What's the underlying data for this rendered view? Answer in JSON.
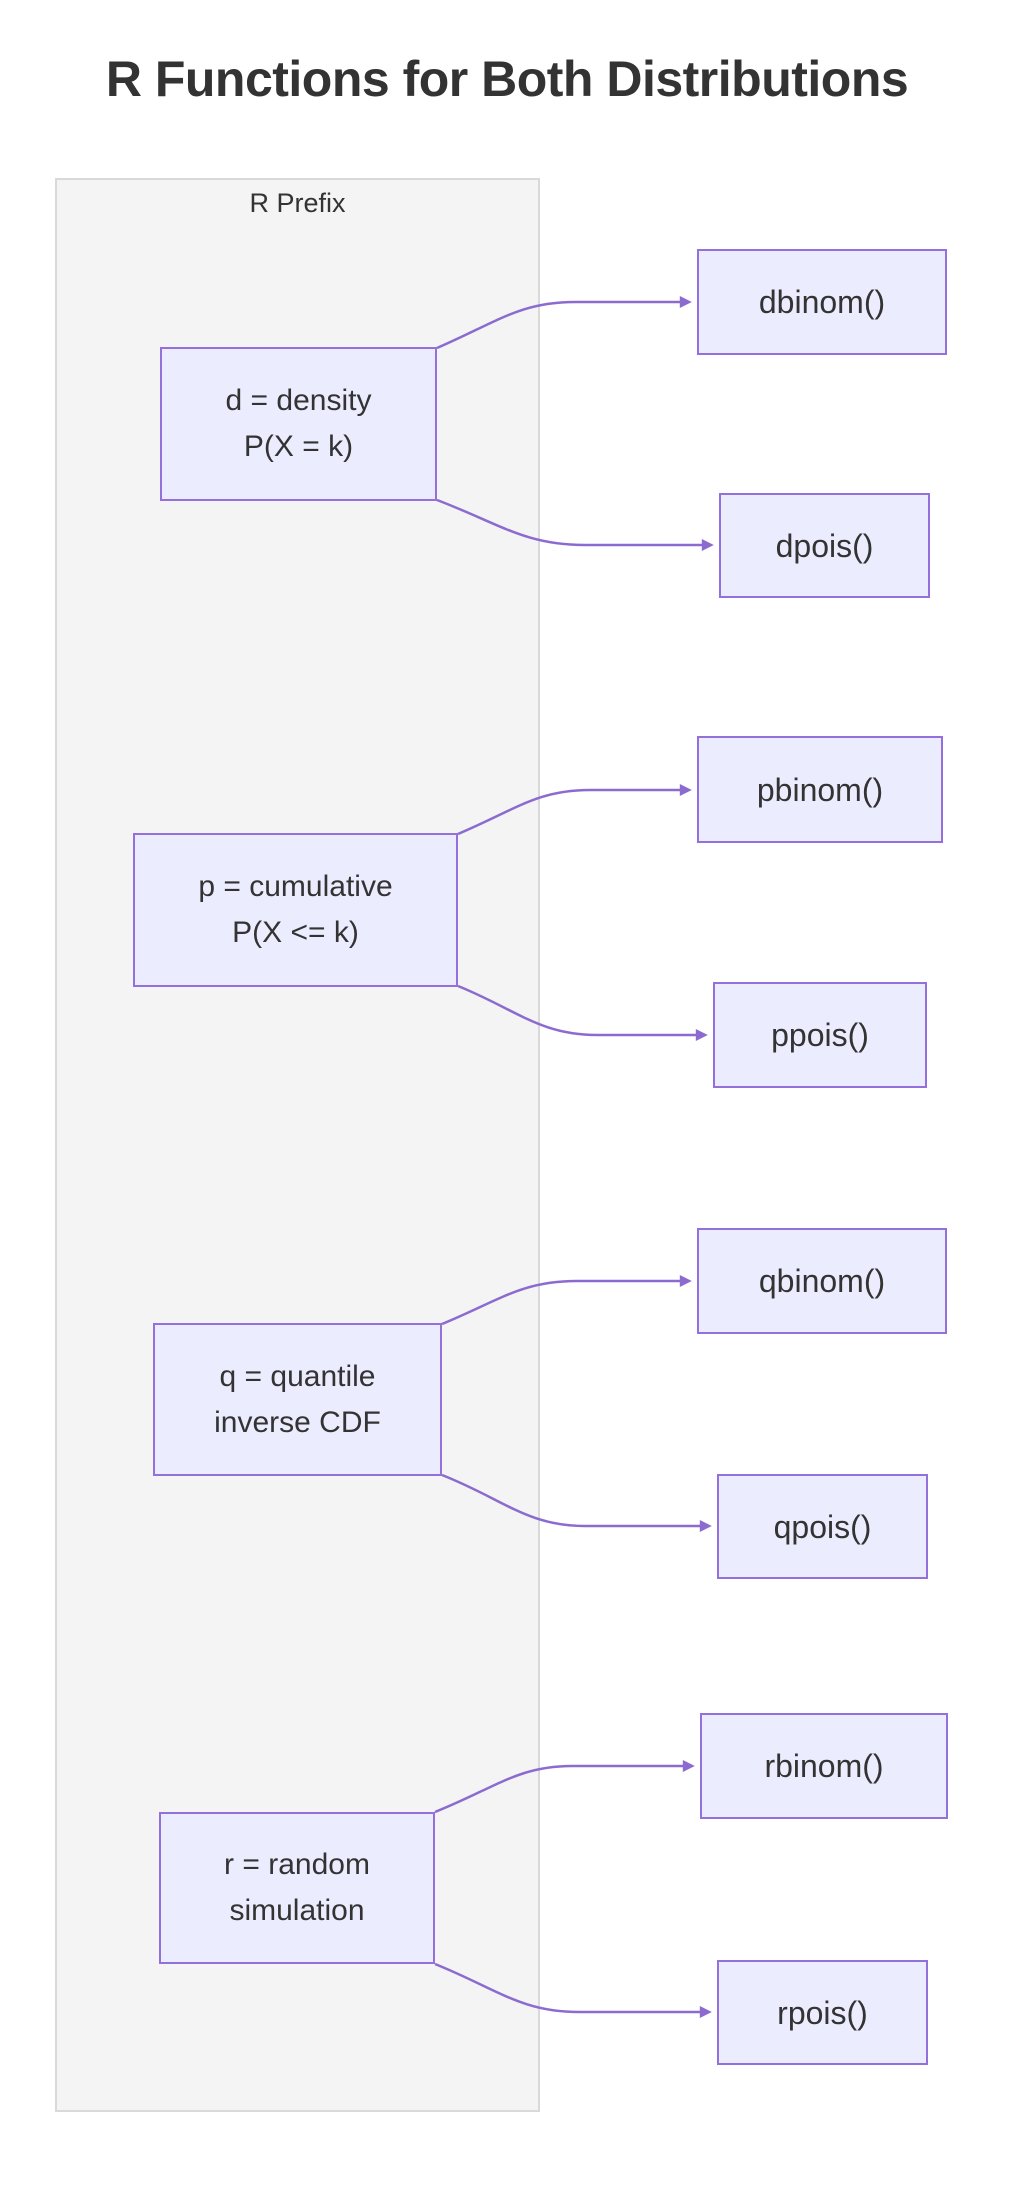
{
  "title": "R Functions for Both Distributions",
  "diagram": {
    "cluster_label": "R Prefix",
    "prefix_nodes": [
      {
        "id": "d",
        "line1": "d = density",
        "line2": "P(X = k)"
      },
      {
        "id": "p",
        "line1": "p = cumulative",
        "line2": "P(X <= k)"
      },
      {
        "id": "q",
        "line1": "q = quantile",
        "line2": "inverse CDF"
      },
      {
        "id": "r",
        "line1": "r = random",
        "line2": "simulation"
      }
    ],
    "function_nodes": [
      {
        "id": "dbinom",
        "label": "dbinom()"
      },
      {
        "id": "dpois",
        "label": "dpois()"
      },
      {
        "id": "pbinom",
        "label": "pbinom()"
      },
      {
        "id": "ppois",
        "label": "ppois()"
      },
      {
        "id": "qbinom",
        "label": "qbinom()"
      },
      {
        "id": "qpois",
        "label": "qpois()"
      },
      {
        "id": "rbinom",
        "label": "rbinom()"
      },
      {
        "id": "rpois",
        "label": "rpois()"
      }
    ],
    "edges": [
      {
        "from": "d",
        "to": "dbinom"
      },
      {
        "from": "d",
        "to": "dpois"
      },
      {
        "from": "p",
        "to": "pbinom"
      },
      {
        "from": "p",
        "to": "ppois"
      },
      {
        "from": "q",
        "to": "qbinom"
      },
      {
        "from": "q",
        "to": "qpois"
      },
      {
        "from": "r",
        "to": "rbinom"
      },
      {
        "from": "r",
        "to": "rpois"
      }
    ],
    "colors": {
      "node_fill": "#ECECFF",
      "node_border": "#9370DB",
      "edge": "#8C6BD0",
      "cluster_fill": "#F4F4F4",
      "cluster_border": "#D9D9D9",
      "text": "#333333"
    }
  }
}
